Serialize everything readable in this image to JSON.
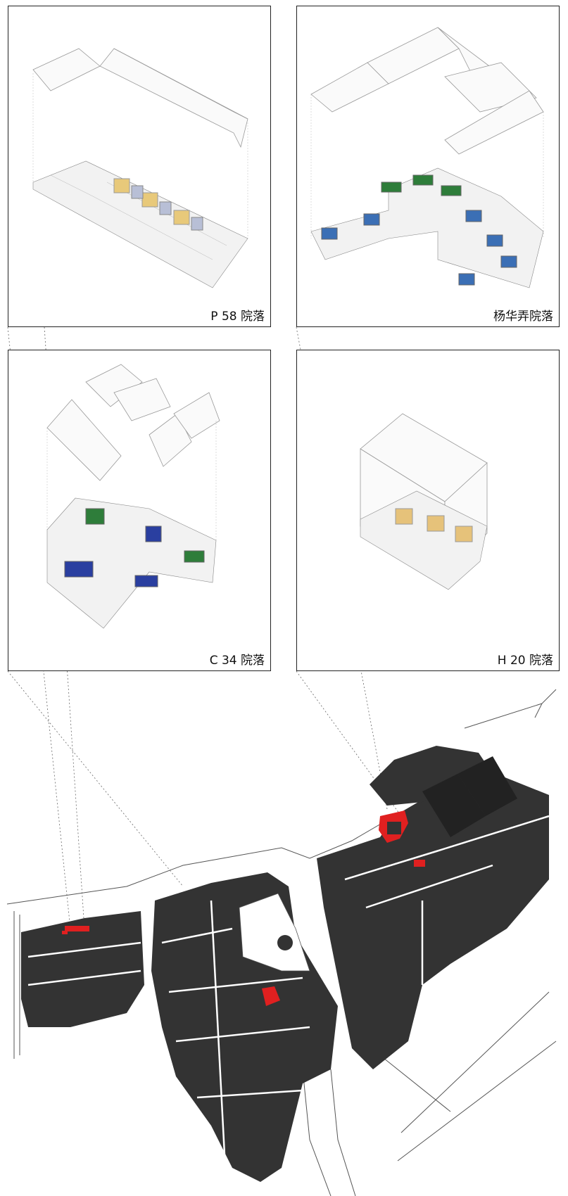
{
  "panels": [
    {
      "id": "p1",
      "caption": "P 58 院落"
    },
    {
      "id": "p2",
      "caption": "杨华弄院落"
    },
    {
      "id": "p3",
      "caption": "C 34 院落"
    },
    {
      "id": "p4",
      "caption": "H 20 院落"
    }
  ],
  "colors": {
    "building": "#333333",
    "highlight": "#e02020",
    "yellow": "#e8c97a",
    "blue": "#3b6fb5",
    "green": "#2e7d3a",
    "navy": "#2a3fa0",
    "gold": "#e6c27a"
  }
}
